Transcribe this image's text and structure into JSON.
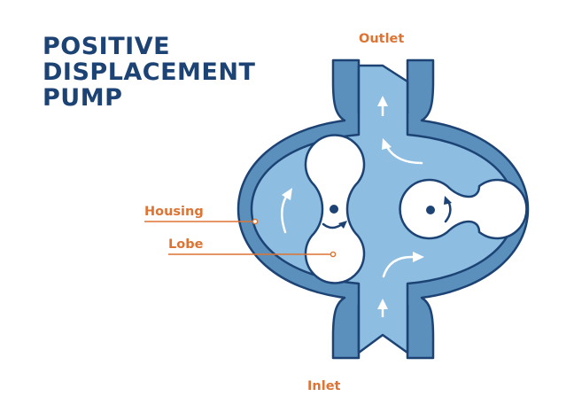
{
  "title": {
    "line1": "POSITIVE",
    "line2": "DISPLACEMENT",
    "line3": "PUMP"
  },
  "labels": {
    "outlet": "Outlet",
    "inlet": "Inlet",
    "housing": "Housing",
    "lobe": "Lobe"
  },
  "colors": {
    "title": "#1c4374",
    "label": "#dd7433",
    "housing_fill": "#5b90bd",
    "outline": "#1c4374",
    "fluid": "#8dbee2",
    "lobe_fill": "#ffffff",
    "arrow": "#ffffff"
  }
}
